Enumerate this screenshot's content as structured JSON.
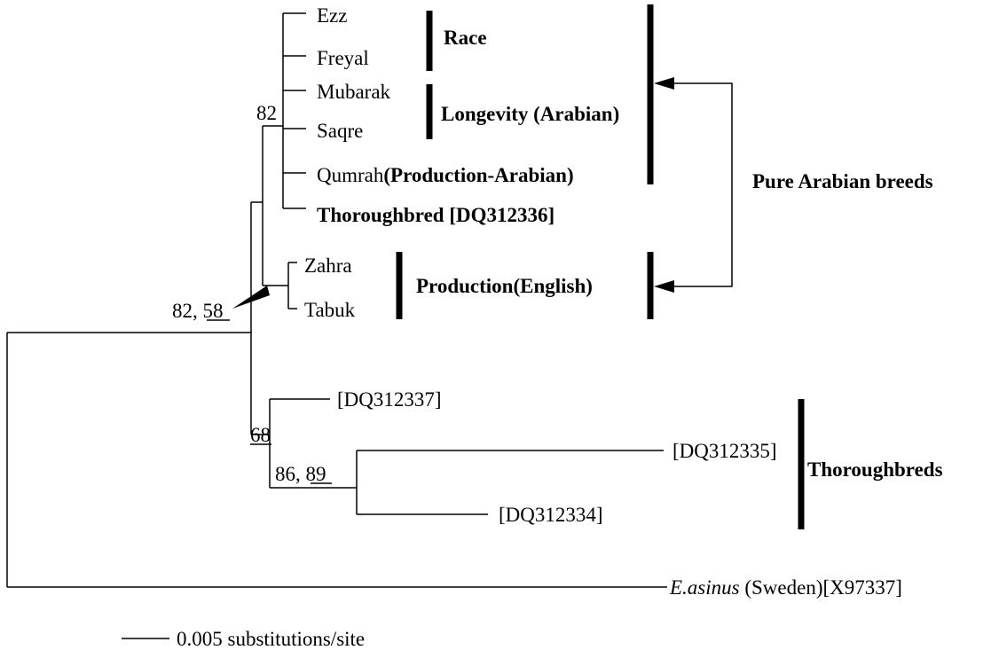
{
  "taxa": {
    "ezz": "Ezz",
    "freyal": "Freyal",
    "mubarak": "Mubarak",
    "saqre": "Saqre",
    "qumrah": "Qumrah",
    "qumrah_group": "(Production-Arabian)",
    "thoroughbred_dq312336": "Thoroughbred [DQ312336]",
    "zahra": "Zahra",
    "tabuk": "Tabuk",
    "dq312337": "[DQ312337]",
    "dq312335": "[DQ312335]",
    "dq312334": "[DQ312334]",
    "easinus_species": "E.asinus",
    "easinus_rest": " (Sweden)[X97337]"
  },
  "groups": {
    "race": "Race",
    "longevity": "Longevity (Arabian)",
    "production_english": "Production(English)",
    "pure_arabian": "Pure Arabian breeds",
    "thoroughbreds": "Thoroughbreds"
  },
  "support": {
    "n82": "82",
    "n82_58_a": "82, ",
    "n82_58_b": "58",
    "n68": "68",
    "n86_89_a": "86, ",
    "n86_89_b": "89"
  },
  "scale": {
    "label": "0.005 substitutions/site"
  }
}
